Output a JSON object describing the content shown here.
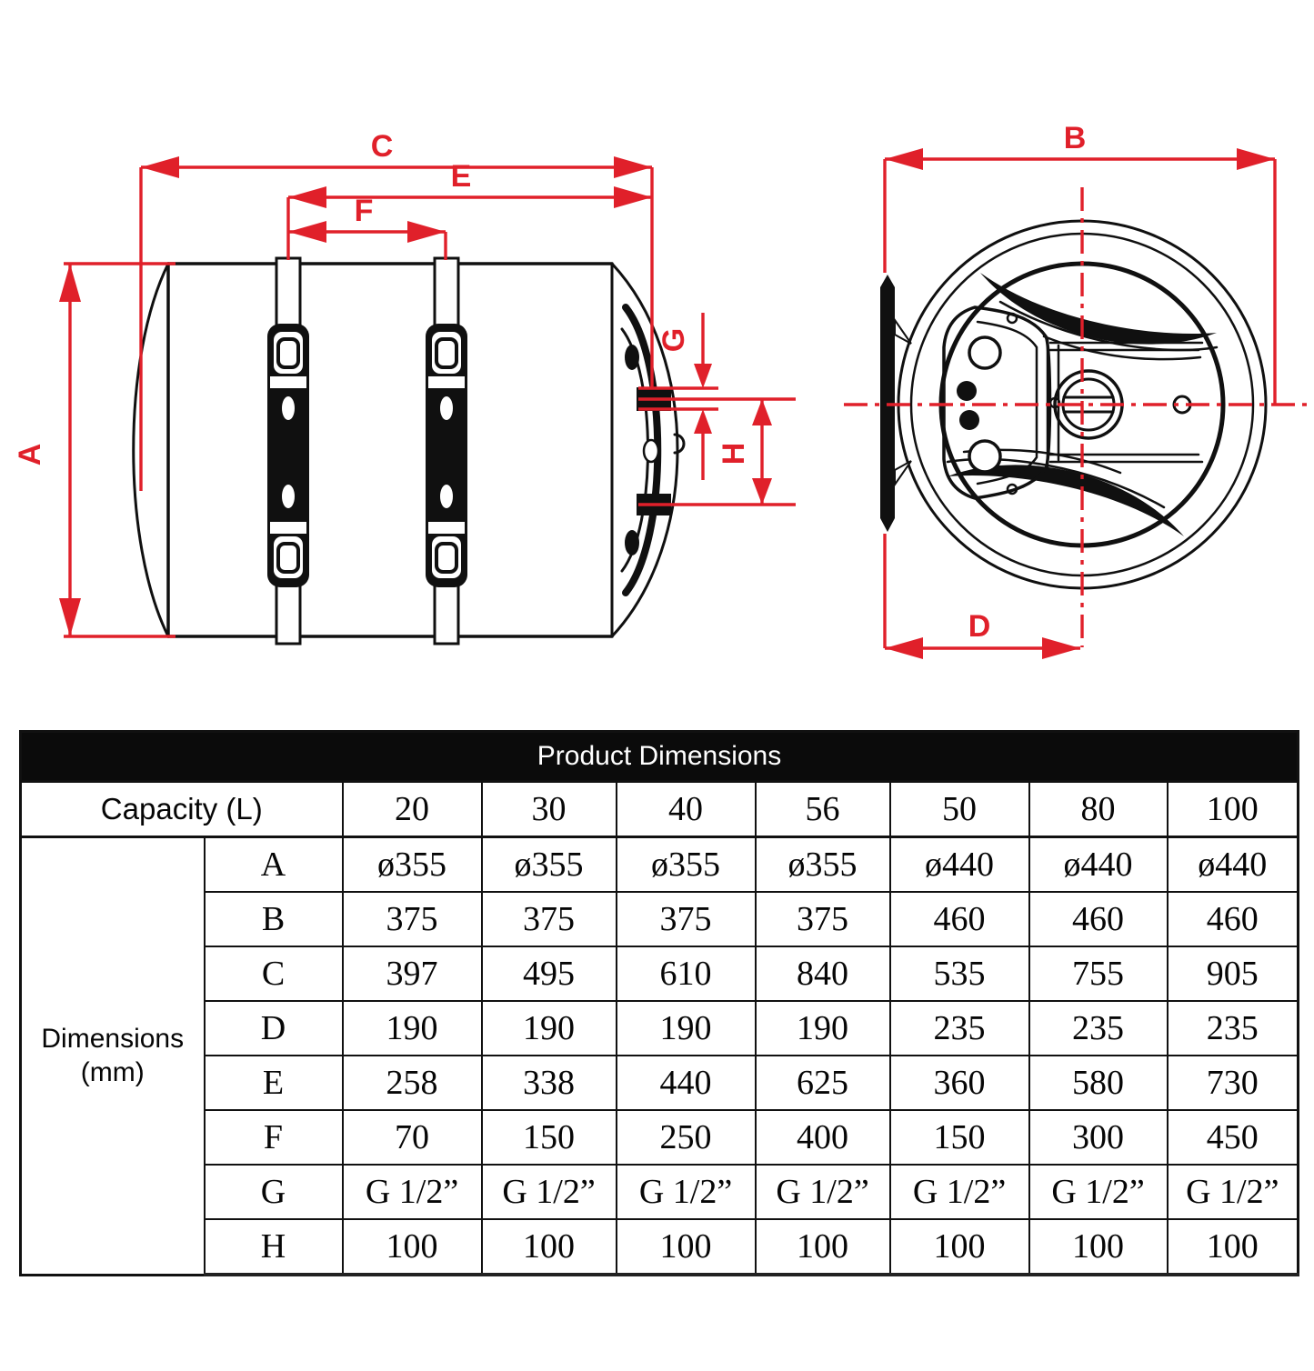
{
  "diagram": {
    "labels": {
      "A": "A",
      "B": "B",
      "C": "C",
      "D": "D",
      "E": "E",
      "F": "F",
      "G": "G",
      "H": "H"
    },
    "colors": {
      "dimension_red": "#e0202a",
      "drawing_black": "#101010",
      "table_header_bg": "#0b0b0b",
      "table_header_text": "#ffffff"
    }
  },
  "table": {
    "title": "Product Dimensions",
    "capacity_label": "Capacity (L)",
    "dimensions_label": "Dimensions",
    "dimensions_unit": "(mm)",
    "capacities": [
      "20",
      "30",
      "40",
      "56",
      "50",
      "80",
      "100"
    ],
    "rows": [
      {
        "letter": "A",
        "values": [
          "ø355",
          "ø355",
          "ø355",
          "ø355",
          "ø440",
          "ø440",
          "ø440"
        ]
      },
      {
        "letter": "B",
        "values": [
          "375",
          "375",
          "375",
          "375",
          "460",
          "460",
          "460"
        ]
      },
      {
        "letter": "C",
        "values": [
          "397",
          "495",
          "610",
          "840",
          "535",
          "755",
          "905"
        ]
      },
      {
        "letter": "D",
        "values": [
          "190",
          "190",
          "190",
          "190",
          "235",
          "235",
          "235"
        ]
      },
      {
        "letter": "E",
        "values": [
          "258",
          "338",
          "440",
          "625",
          "360",
          "580",
          "730"
        ]
      },
      {
        "letter": "F",
        "values": [
          "70",
          "150",
          "250",
          "400",
          "150",
          "300",
          "450"
        ]
      },
      {
        "letter": "G",
        "values": [
          "G 1/2”",
          "G 1/2”",
          "G 1/2”",
          "G 1/2”",
          "G 1/2”",
          "G 1/2”",
          "G 1/2”"
        ]
      },
      {
        "letter": "H",
        "values": [
          "100",
          "100",
          "100",
          "100",
          "100",
          "100",
          "100"
        ]
      }
    ]
  }
}
